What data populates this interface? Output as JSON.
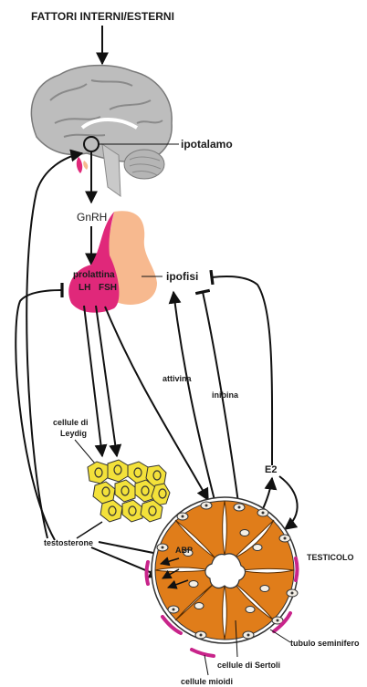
{
  "diagram": {
    "labels": {
      "top": "FATTORI INTERNI/ESTERNI",
      "hypothalamus": "ipotalamo",
      "gnrh": "GnRH",
      "prolactin": "prolattina",
      "lh": "LH",
      "fsh": "FSH",
      "pituitary": "ipofisi",
      "activin": "attivina",
      "inhibin": "inibina",
      "leydig": "cellule di\nLeydig",
      "e2": "E2",
      "testosterone": "testosterone",
      "abp": "ABP",
      "testis": "TESTICOLO",
      "seminiferous": "tubulo seminifero",
      "sertoli": "cellule di Sertoli",
      "myoid": "cellule mioidi"
    },
    "colors": {
      "brain": "#bdbdbd",
      "pituitary_pink": "#e0287a",
      "pituitary_peach": "#f7b98f",
      "leydig_fill": "#f3e13a",
      "tubule_orange": "#e07d1a",
      "myoid_magenta": "#c8248a"
    }
  }
}
